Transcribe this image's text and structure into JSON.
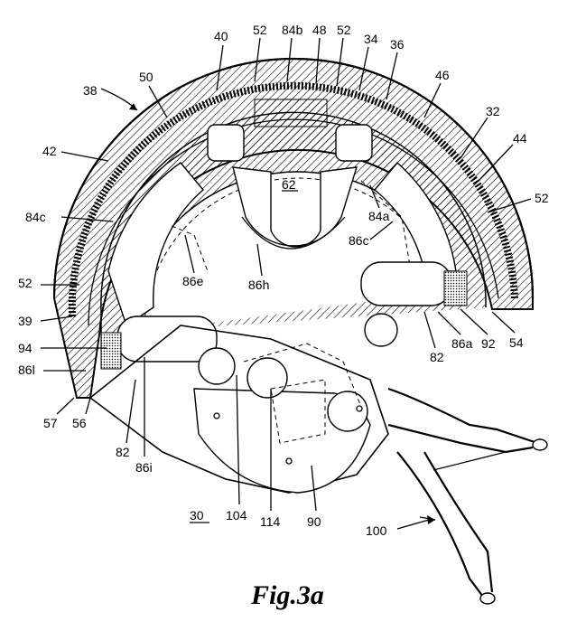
{
  "figure": {
    "caption": "Fig.3a",
    "labels": {
      "l40": "40",
      "l52a": "52",
      "l84b": "84b",
      "l48": "48",
      "l52b": "52",
      "l34": "34",
      "l36": "36",
      "l38": "38",
      "l50": "50",
      "l46": "46",
      "l32": "32",
      "l42": "42",
      "l44": "44",
      "l52c": "52",
      "l62": "62",
      "l84a": "84a",
      "l84c": "84c",
      "l86c": "86c",
      "l86e": "86e",
      "l86h": "86h",
      "l52d": "52",
      "l39": "39",
      "l94": "94",
      "l86l": "86l",
      "l57": "57",
      "l56": "56",
      "l82a": "82",
      "l86i": "86i",
      "l82b": "82",
      "l86a": "86a",
      "l92": "92",
      "l54": "54",
      "l30": "30",
      "l104": "104",
      "l114": "114",
      "l90": "90",
      "l100": "100"
    }
  }
}
